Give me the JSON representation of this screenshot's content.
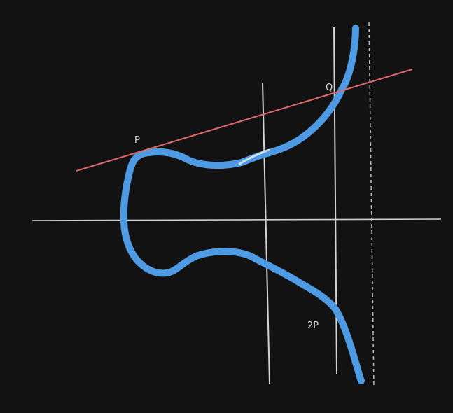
{
  "labels": {
    "p": "P",
    "q": "Q",
    "two_p": "2P"
  },
  "colors": {
    "background": "#121213",
    "curve": "#4f9be3",
    "secant_line": "#e06a6a",
    "guide_lines": "#d0d0d0"
  }
}
